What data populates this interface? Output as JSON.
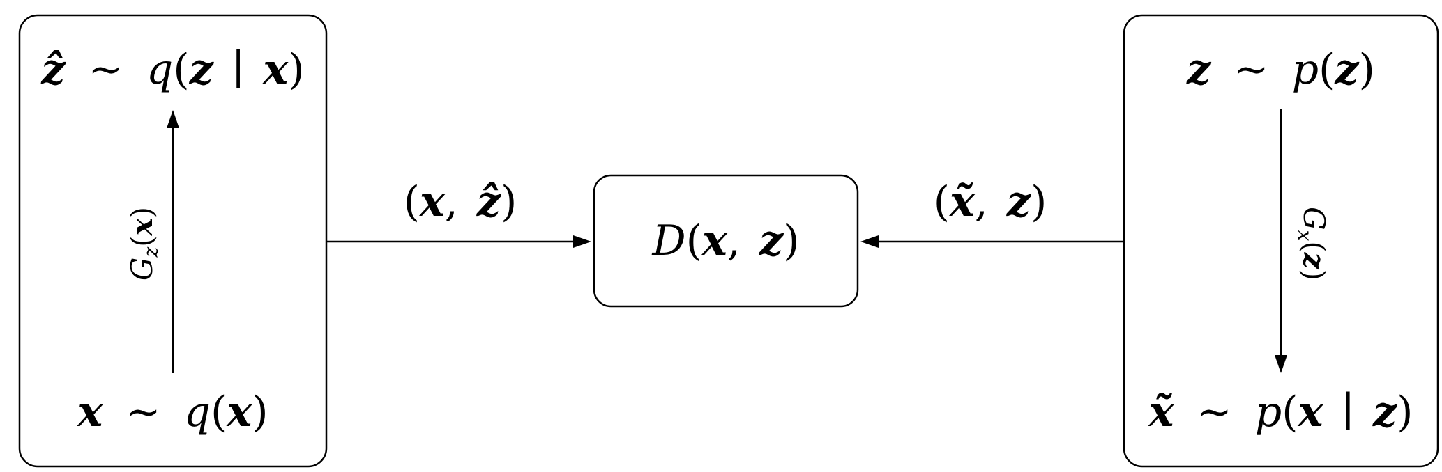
{
  "diagram": {
    "encoder_box": {
      "top": {
        "hat_z": "ẑ",
        "sim": "∼",
        "q": "q",
        "open": "(",
        "z": "z",
        "bar": "∣",
        "x": "x",
        "close": ")"
      },
      "bottom": {
        "x": "x",
        "sim": "∼",
        "q": "q",
        "open": "(",
        "x2": "x",
        "close": ")"
      },
      "arrow_label": {
        "G": "G",
        "sub": "z",
        "open": "(",
        "x": "x",
        "close": ")"
      }
    },
    "discriminator_box": {
      "D": "D",
      "open": "(",
      "x": "x",
      "comma": ",",
      "z": "z",
      "close": ")"
    },
    "generator_box": {
      "top": {
        "z": "z",
        "sim": "∼",
        "p": "p",
        "open": "(",
        "z2": "z",
        "close": ")"
      },
      "bottom": {
        "tilde_x": "x̃",
        "sim": "∼",
        "p": "p",
        "open": "(",
        "x": "x",
        "bar": "∣",
        "z": "z",
        "close": ")"
      },
      "arrow_label": {
        "G": "G",
        "sub": "x",
        "open": "(",
        "z": "z",
        "close": ")"
      }
    },
    "left_edge_label": {
      "open": "(",
      "x": "x",
      "comma": ",",
      "hat_z": "ẑ",
      "close": ")"
    },
    "right_edge_label": {
      "open": "(",
      "tilde_x": "x̃",
      "comma": ",",
      "z": "z",
      "close": ")"
    }
  }
}
